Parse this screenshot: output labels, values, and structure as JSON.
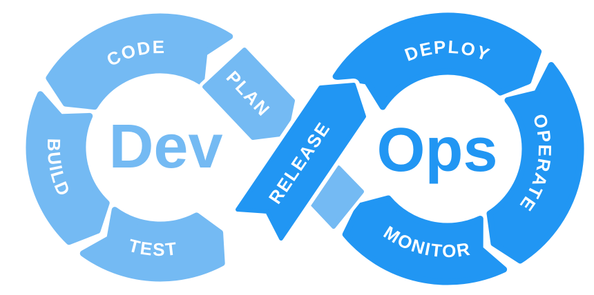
{
  "diagram": {
    "dev_label": "Dev",
    "ops_label": "Ops",
    "stages": [
      {
        "id": "plan",
        "label": "PLAN",
        "loop": "dev"
      },
      {
        "id": "code",
        "label": "CODE",
        "loop": "dev"
      },
      {
        "id": "build",
        "label": "BUILD",
        "loop": "dev"
      },
      {
        "id": "test",
        "label": "TEST",
        "loop": "dev"
      },
      {
        "id": "release",
        "label": "RELEASE",
        "loop": "ops"
      },
      {
        "id": "deploy",
        "label": "DEPLOY",
        "loop": "ops"
      },
      {
        "id": "operate",
        "label": "OPERATE",
        "loop": "ops"
      },
      {
        "id": "monitor",
        "label": "MONITOR",
        "loop": "ops"
      }
    ],
    "colors": {
      "dev": "#74BAF3",
      "ops": "#2196F3",
      "label": "#FFFFFF",
      "background": "#FFFFFF"
    }
  }
}
